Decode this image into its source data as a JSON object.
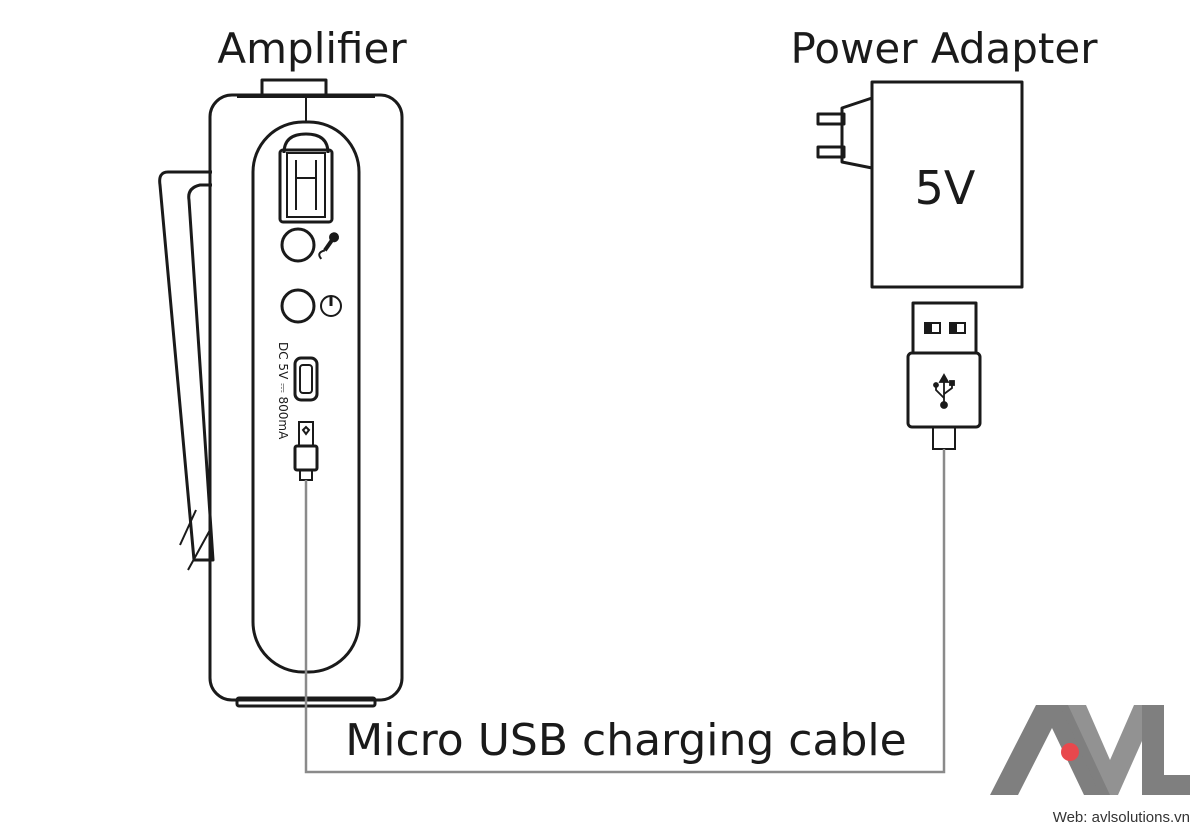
{
  "labels": {
    "amplifier": "Amplifier",
    "power_adapter": "Power Adapter",
    "adapter_voltage": "5V",
    "cable": "Micro USB charging cable",
    "port_rating": "DC 5V ⎓ 800mA"
  },
  "logo": {
    "text": "AVL",
    "website": "Web: avlsolutions.vn",
    "colors": {
      "letters": "#7f7f7f",
      "dot": "#e8484d"
    }
  },
  "icons": [
    "microphone-icon",
    "power-icon",
    "usb-icon"
  ],
  "colors": {
    "line": "#1a1a1a",
    "cable": "#8a8a8a",
    "background": "#ffffff"
  }
}
